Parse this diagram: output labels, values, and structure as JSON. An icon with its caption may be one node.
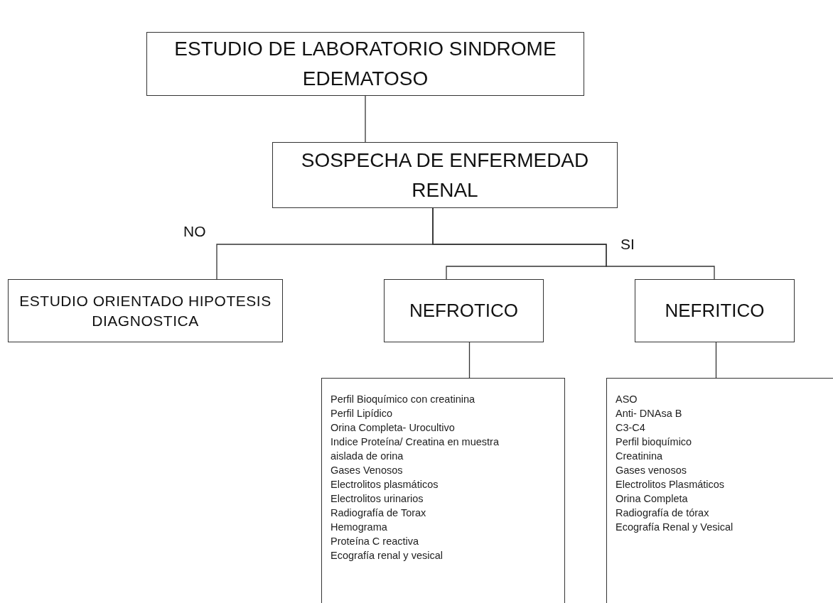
{
  "diagram": {
    "nodes": [
      {
        "text": [
          "ESTUDIO DE LABORATORIO SINDROME EDEMATOSO"
        ]
      },
      {
        "text": [
          "SOSPECHA DE ENFERMEDAD RENAL"
        ]
      },
      {
        "text": [
          "ESTUDIO ORIENTADO HIPOTESIS DIAGNOSTICA"
        ]
      },
      {
        "text": [
          "NEFROTICO"
        ]
      },
      {
        "text": [
          "NEFRITICO"
        ]
      },
      {
        "text": [
          "Perfil Bioquímico con creatinina",
          "Perfil Lipídico",
          "Orina Completa- Urocultivo",
          "Indice Proteína/ Creatina en muestra aislada de orina",
          "Gases Venosos",
          "Electrolitos plasmáticos",
          "Electrolitos urinarios",
          "Radiografía de Torax",
          "Hemograma",
          "Proteína C reactiva",
          "Ecografía renal y vesical"
        ]
      },
      {
        "text": [
          "ASO",
          "Anti- DNAsa B",
          "C3-C4",
          "Perfil bioquímico",
          "Creatinina",
          "Gases venosos",
          "Electrolitos Plasmáticos",
          "Orina Completa",
          "Radiografía de tórax",
          "Ecografía Renal y Vesical"
        ]
      }
    ],
    "edges": [
      {
        "from": 0,
        "to": 1,
        "arrow": "none"
      },
      {
        "from": 1,
        "to": 2,
        "arrow": "none"
      },
      {
        "from": 1,
        "to": 3,
        "arrow": "none"
      },
      {
        "from": 1,
        "to": 4,
        "arrow": "none"
      },
      {
        "from": 3,
        "to": 5,
        "arrow": "none"
      },
      {
        "from": 4,
        "to": 6,
        "arrow": "none"
      }
    ],
    "labels": [
      "NO",
      "SI"
    ]
  }
}
